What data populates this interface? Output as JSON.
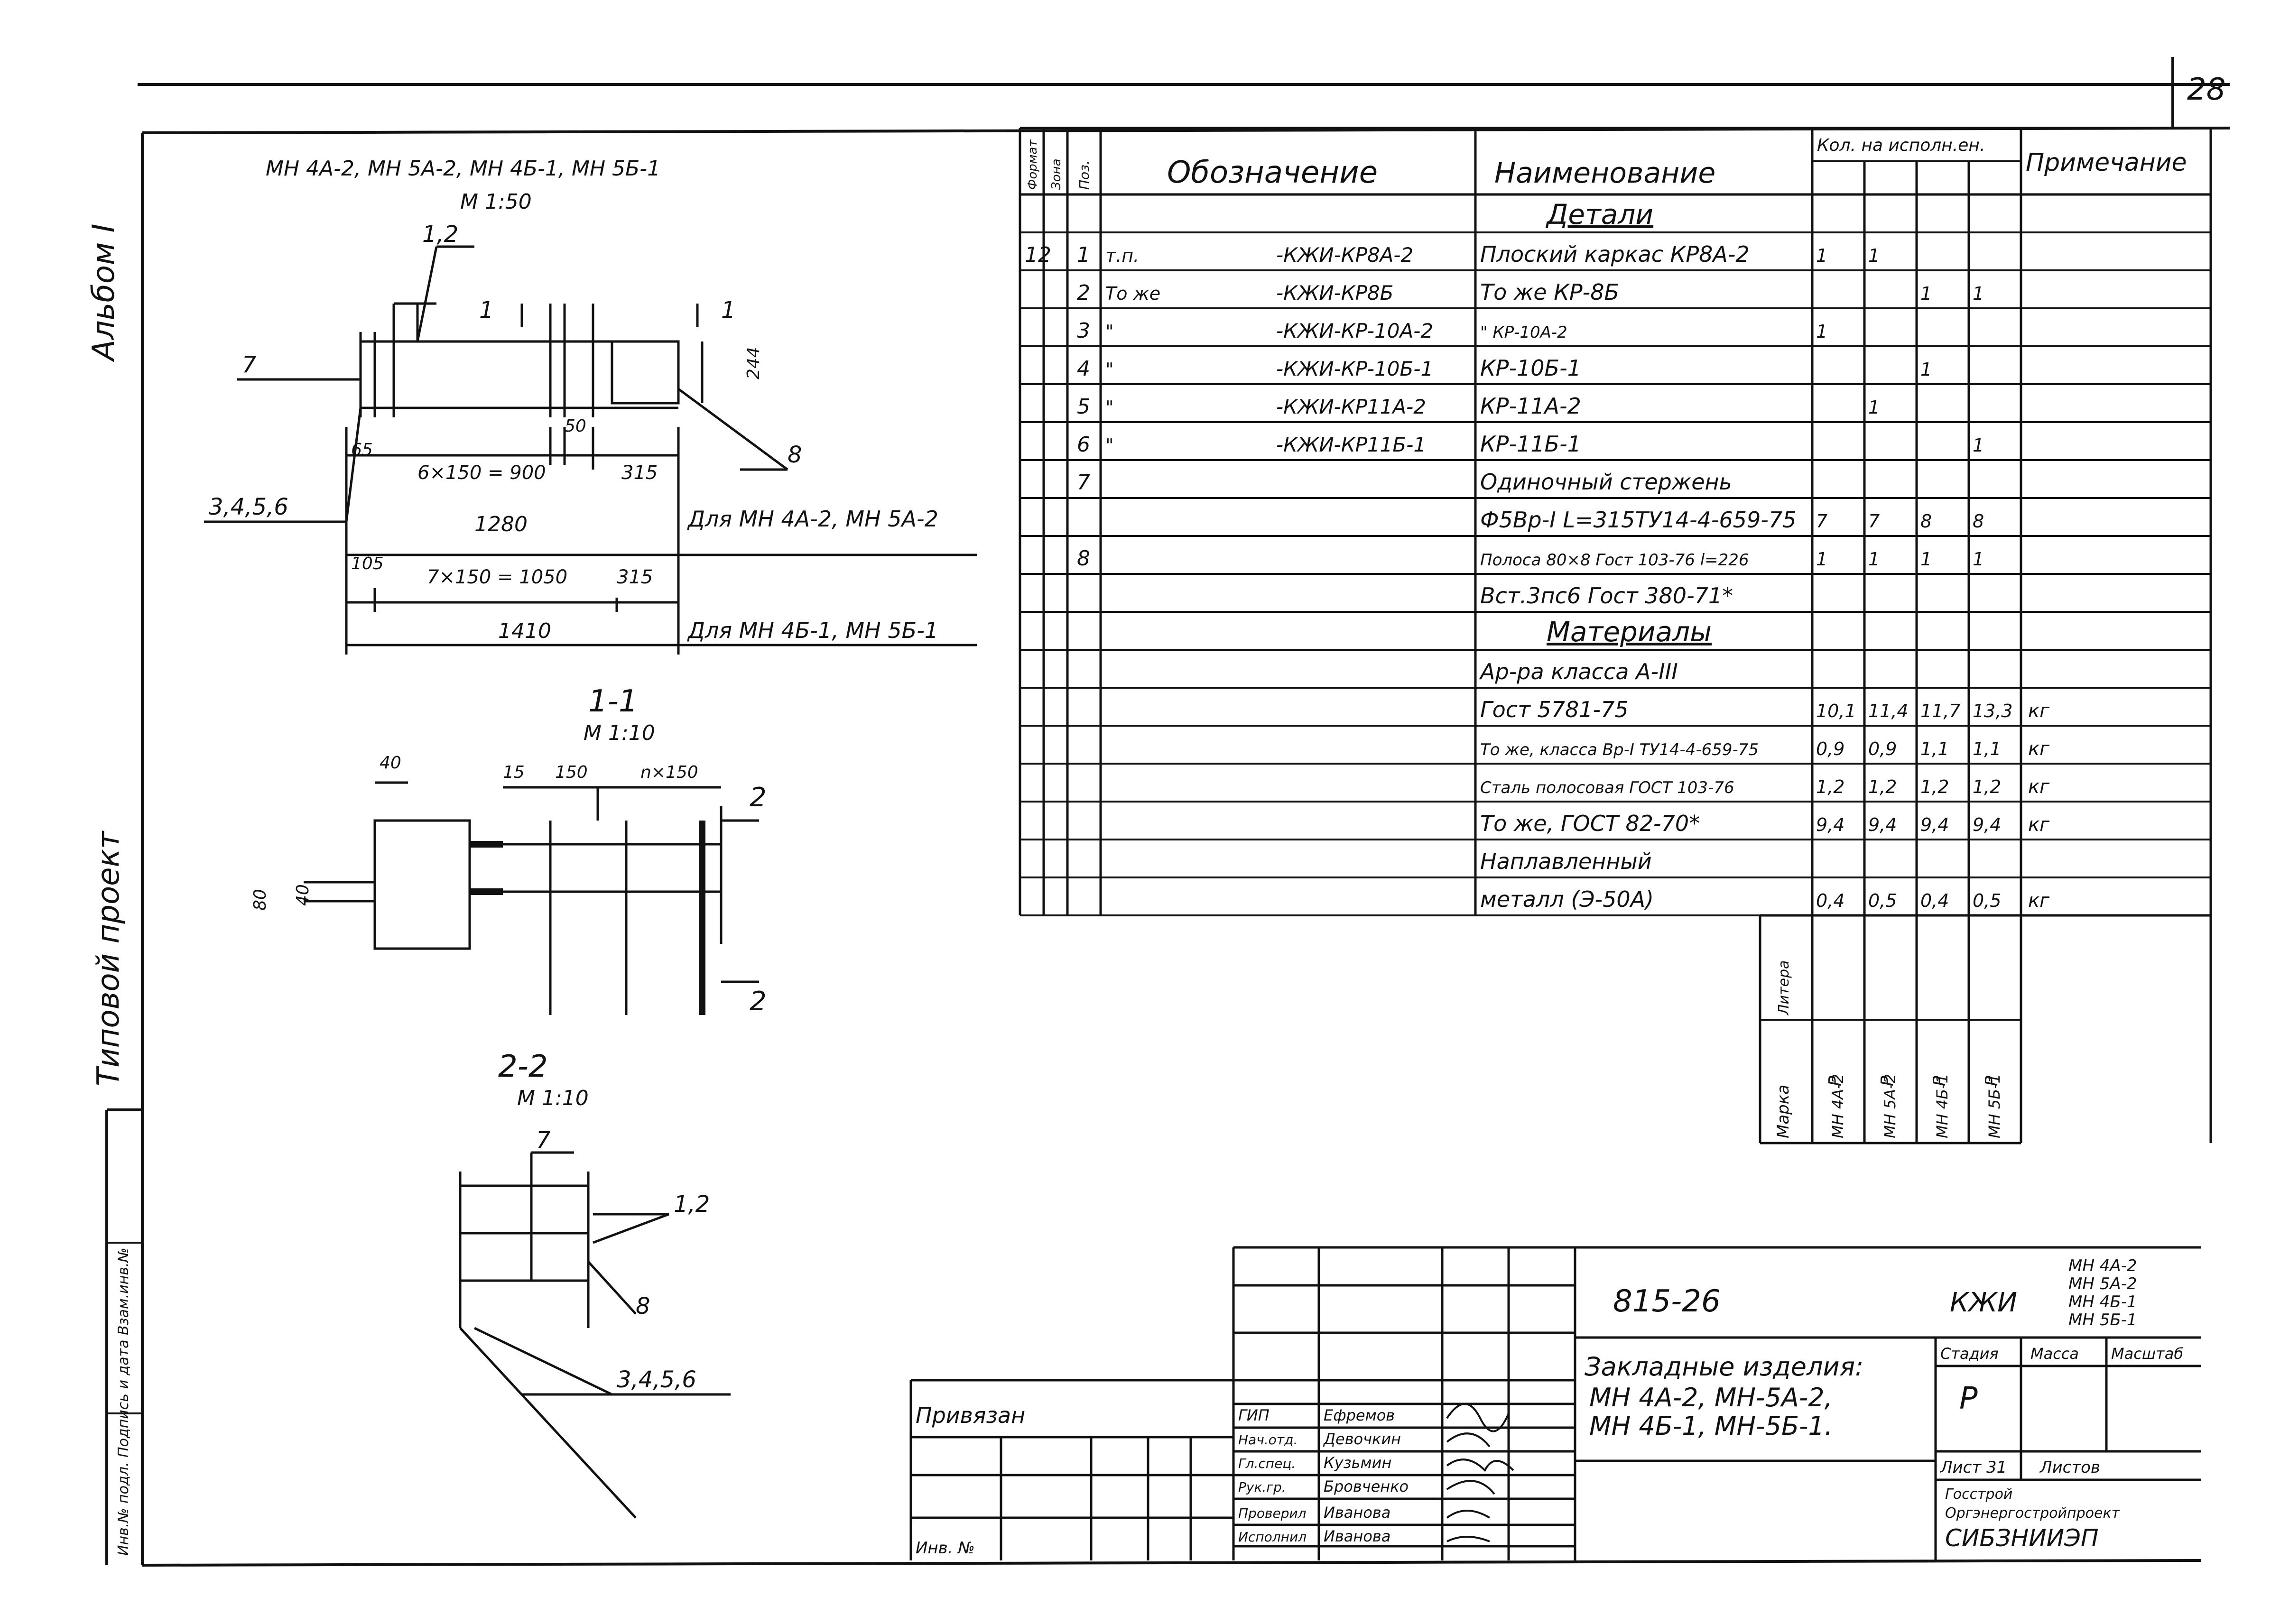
{
  "page_number": "28",
  "left_margin": {
    "album": "Альбом I",
    "project": "Типовой проект",
    "archive": "Инв.№ подл. Подпись и дата Взам.инв.№"
  },
  "drawing": {
    "main_title": "МН 4А-2, МН 5А-2, МН 4Б-1, МН 5Б-1",
    "main_scale": "М 1:50",
    "labels": {
      "l12": "1,2",
      "l7": "7",
      "l8": "8",
      "l3456": "3,4,5,6",
      "cut1_left": "1",
      "cut1_right": "1",
      "dim_244": "244",
      "dim_50": "50",
      "dim_65": "65",
      "dim_6x150": "6×150 = 900",
      "dim_315a": "315",
      "dim_1280": "1280",
      "note_a": "Для МН 4А-2, МН 5А-2",
      "dim_105": "105",
      "dim_7x150": "7×150 = 1050",
      "dim_315b": "315",
      "dim_1410": "1410",
      "note_b": "Для МН 4Б-1, МН 5Б-1"
    },
    "section1": {
      "title": "1-1",
      "scale": "М 1:10",
      "d40": "40",
      "d15": "15",
      "d150": "150",
      "dn150": "n×150",
      "d80": "80",
      "d40v": "40",
      "cut2a": "2",
      "cut2b": "2"
    },
    "section2": {
      "title": "2-2",
      "scale": "М 1:10",
      "l7": "7",
      "l12": "1,2",
      "l8": "8",
      "l3456": "3,4,5,6"
    }
  },
  "spec": {
    "headers": {
      "format": "Формат",
      "zone": "Зона",
      "pos": "Поз.",
      "designation": "Обозначение",
      "name": "Наименование",
      "qty": "Кол. на исполн.ен.",
      "note": "Примечание"
    },
    "rows": [
      {
        "format": "",
        "pos": "",
        "des_prefix": "",
        "des": "",
        "name": "Детали",
        "q": [
          "",
          "",
          "",
          ""
        ],
        "note": "",
        "section": true
      },
      {
        "format": "12",
        "pos": "1",
        "des_prefix": "т.п.",
        "des": "-КЖИ-КР8А-2",
        "name": "Плоский каркас КР8А-2",
        "q": [
          "1",
          "1",
          "",
          ""
        ],
        "note": ""
      },
      {
        "format": "",
        "pos": "2",
        "des_prefix": "То же",
        "des": "-КЖИ-КР8Б",
        "name": "То же                КР-8Б",
        "q": [
          "",
          "",
          "1",
          "1"
        ],
        "note": ""
      },
      {
        "format": "",
        "pos": "3",
        "des_prefix": "\"",
        "des": "-КЖИ-КР-10А-2",
        "name": "\"                    КР-10А-2",
        "q": [
          "1",
          "",
          "",
          ""
        ],
        "note": ""
      },
      {
        "format": "",
        "pos": "4",
        "des_prefix": "\"",
        "des": "-КЖИ-КР-10Б-1",
        "name": "КР-10Б-1",
        "q": [
          "",
          "",
          "1",
          ""
        ],
        "note": ""
      },
      {
        "format": "",
        "pos": "5",
        "des_prefix": "\"",
        "des": "-КЖИ-КР11А-2",
        "name": "КР-11А-2",
        "q": [
          "",
          "1",
          "",
          ""
        ],
        "note": ""
      },
      {
        "format": "",
        "pos": "6",
        "des_prefix": "\"",
        "des": "-КЖИ-КР11Б-1",
        "name": "КР-11Б-1",
        "q": [
          "",
          "",
          "",
          "1"
        ],
        "note": ""
      },
      {
        "format": "",
        "pos": "7",
        "des_prefix": "",
        "des": "",
        "name": "Одиночный стержень",
        "q": [
          "",
          "",
          "",
          ""
        ],
        "note": ""
      },
      {
        "format": "",
        "pos": "",
        "des_prefix": "",
        "des": "",
        "name": "Ф5Вр-I L=315ТУ14-4-659-75",
        "q": [
          "7",
          "7",
          "8",
          "8"
        ],
        "note": ""
      },
      {
        "format": "",
        "pos": "8",
        "des_prefix": "",
        "des": "",
        "name": "Полоса 80×8 Гост 103-76  l=226",
        "q": [
          "1",
          "1",
          "1",
          "1"
        ],
        "note": ""
      },
      {
        "format": "",
        "pos": "",
        "des_prefix": "",
        "des": "",
        "name": "Вст.3пс6 Гост 380-71*",
        "q": [
          "",
          "",
          "",
          ""
        ],
        "note": ""
      },
      {
        "format": "",
        "pos": "",
        "des_prefix": "",
        "des": "",
        "name": "Материалы",
        "q": [
          "",
          "",
          "",
          ""
        ],
        "note": "",
        "section": true
      },
      {
        "format": "",
        "pos": "",
        "des_prefix": "",
        "des": "",
        "name": "Ар-ра  класса А-III",
        "q": [
          "",
          "",
          "",
          ""
        ],
        "note": ""
      },
      {
        "format": "",
        "pos": "",
        "des_prefix": "",
        "des": "",
        "name": "Гост 5781-75",
        "q": [
          "10,1",
          "11,4",
          "11,7",
          "13,3"
        ],
        "note": "кг"
      },
      {
        "format": "",
        "pos": "",
        "des_prefix": "",
        "des": "",
        "name": "То же, класса Вр-I ТУ14-4-659-75",
        "q": [
          "0,9",
          "0,9",
          "1,1",
          "1,1"
        ],
        "note": "кг"
      },
      {
        "format": "",
        "pos": "",
        "des_prefix": "",
        "des": "",
        "name": "Сталь полосовая ГОСТ 103-76",
        "q": [
          "1,2",
          "1,2",
          "1,2",
          "1,2"
        ],
        "note": "кг"
      },
      {
        "format": "",
        "pos": "",
        "des_prefix": "",
        "des": "",
        "name": "То же, ГОСТ 82-70*",
        "q": [
          "9,4",
          "9,4",
          "9,4",
          "9,4"
        ],
        "note": "кг"
      },
      {
        "format": "",
        "pos": "",
        "des_prefix": "",
        "des": "",
        "name": "Наплавленный",
        "q": [
          "",
          "",
          "",
          ""
        ],
        "note": ""
      },
      {
        "format": "",
        "pos": "",
        "des_prefix": "",
        "des": "",
        "name": "металл (Э-50А)",
        "q": [
          "0,4",
          "0,5",
          "0,4",
          "0,5"
        ],
        "note": "кг"
      }
    ],
    "footer": {
      "litera_label": "Литера",
      "marka_label": "Марка",
      "litera": [
        "Р",
        "Р",
        "Р",
        "Р"
      ],
      "marks": [
        "МН 4А-2",
        "МН 5А-2",
        "МН 4Б-1",
        "МН 5Б-1"
      ]
    }
  },
  "title_block": {
    "code": "815-26",
    "mark": "КЖИ",
    "variants": [
      "МН 4А-2",
      "МН 5А-2",
      "МН 4Б-1",
      "МН 5Б-1"
    ],
    "name_lines": [
      "Закладные изделия:",
      "МН 4А-2, МН-5А-2,",
      "МН 4Б-1, МН-5Б-1."
    ],
    "stage_label": "Стадия",
    "mass_label": "Масса",
    "scale_label": "Масштаб",
    "stage": "Р",
    "sheet_label": "Лист 31",
    "sheets_label": "Листов",
    "org": [
      "Госстрой",
      "Оргэнергостройпроект",
      "СИБЗНИИЭП"
    ],
    "bound": "Привязан",
    "inv": "Инв. №",
    "signatures": [
      {
        "role": "ГИП",
        "name": "Ефремов"
      },
      {
        "role": "Нач.отд.",
        "name": "Девочкин"
      },
      {
        "role": "Гл.спец.",
        "name": "Кузьмин"
      },
      {
        "role": "Рук.гр.",
        "name": "Бровченко"
      },
      {
        "role": "Проверил",
        "name": "Иванова"
      },
      {
        "role": "Исполнил",
        "name": "Иванова"
      }
    ]
  }
}
